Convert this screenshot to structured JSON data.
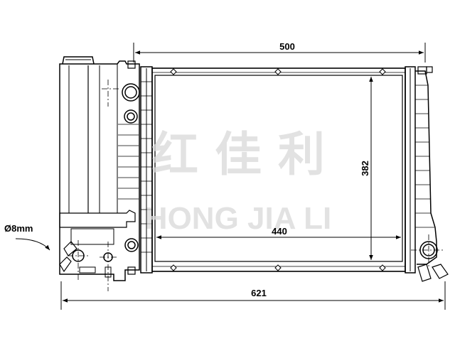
{
  "dimensions": {
    "top_width": "500",
    "core_width": "440",
    "core_height": "382",
    "overall_width": "621",
    "pipe_diameter": "Ø8mm"
  },
  "watermark": {
    "chinese": "红 佳 利",
    "english": "HONG JIA LI"
  },
  "colors": {
    "line": "#000000",
    "watermark": "#d9d9d9",
    "background": "#ffffff"
  }
}
